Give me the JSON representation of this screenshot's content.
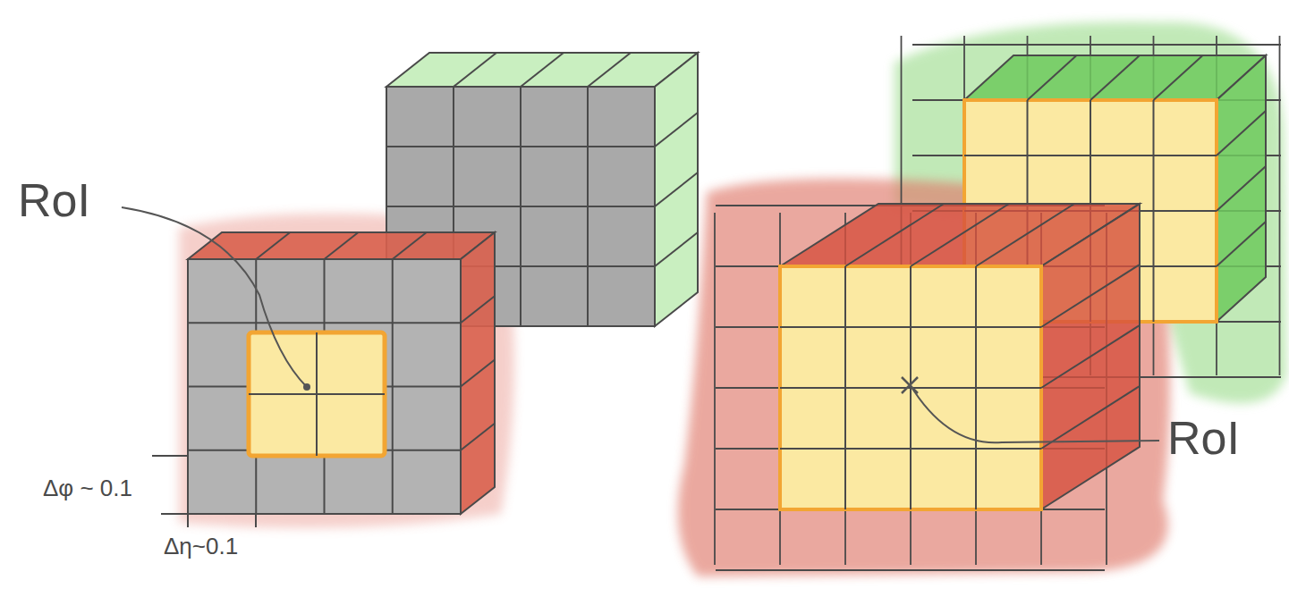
{
  "diagram": {
    "labels": [
      "RoI",
      "RoI",
      "Δφ ~ 0.1",
      "Δη~0.1"
    ]
  }
}
